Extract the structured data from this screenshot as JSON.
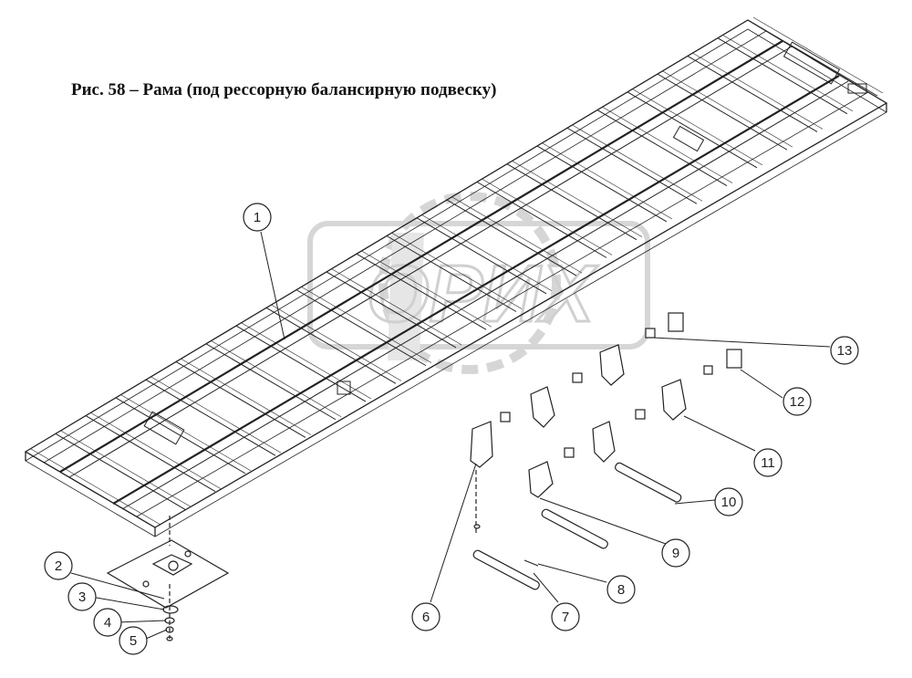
{
  "figure": {
    "title": "Рис. 58 – Рама (под рессорную балансирную подвеску)"
  },
  "callouts": [
    {
      "id": "1",
      "label": "1"
    },
    {
      "id": "2",
      "label": "2"
    },
    {
      "id": "3",
      "label": "3"
    },
    {
      "id": "4",
      "label": "4"
    },
    {
      "id": "5",
      "label": "5"
    },
    {
      "id": "6",
      "label": "6"
    },
    {
      "id": "7",
      "label": "7"
    },
    {
      "id": "8",
      "label": "8"
    },
    {
      "id": "9",
      "label": "9"
    },
    {
      "id": "10",
      "label": "10"
    },
    {
      "id": "11",
      "label": "11"
    },
    {
      "id": "12",
      "label": "12"
    },
    {
      "id": "13",
      "label": "13"
    }
  ],
  "watermark": {
    "text": "ОРИХ"
  },
  "colors": {
    "line": "#222222",
    "watermark": "#d8d8d8"
  }
}
